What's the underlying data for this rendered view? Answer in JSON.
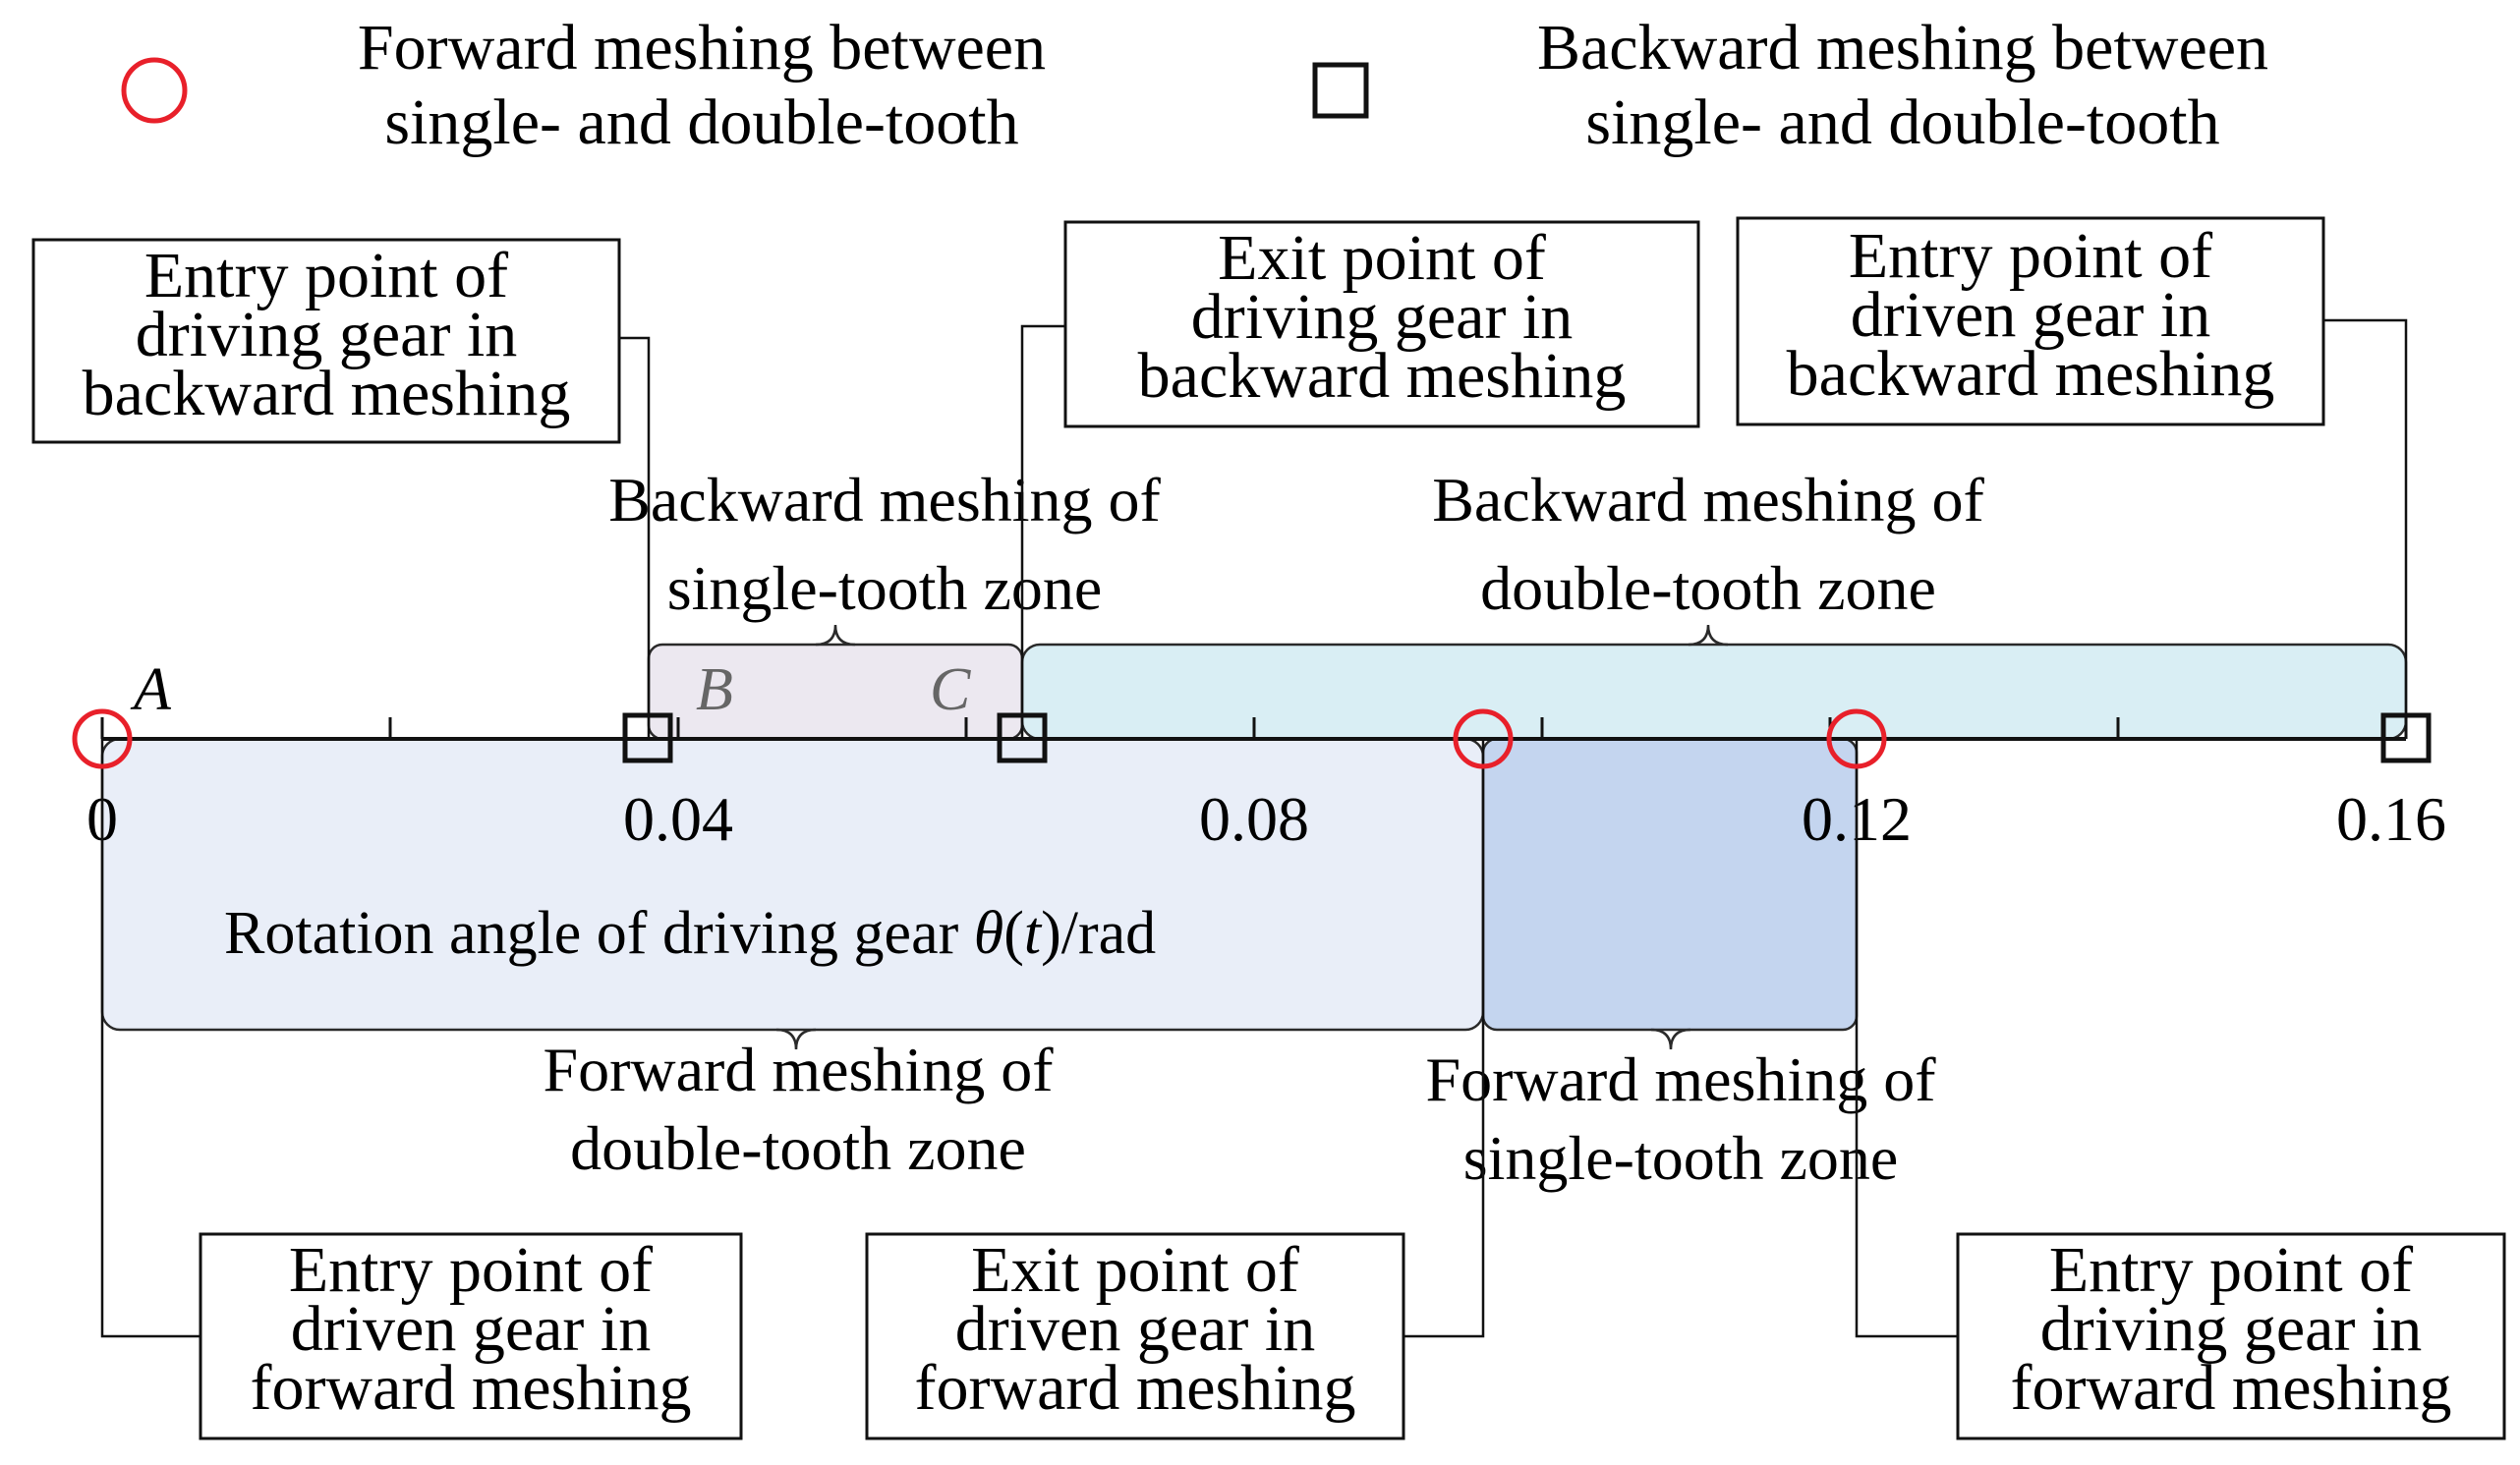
{
  "legend": {
    "forward_label_line1": "Forward meshing between",
    "forward_label_line2": "single- and double-tooth",
    "backward_label_line1": "Backward meshing between",
    "backward_label_line2": "single- and double-tooth",
    "forward_marker_icon": "red-circle-icon",
    "backward_marker_icon": "black-square-icon"
  },
  "axis": {
    "label_prefix": "Rotation angle of driving gear ",
    "label_theta": "θ",
    "label_paren_open": "(",
    "label_t": "t",
    "label_suffix": ")/rad",
    "ticks": [
      "0",
      "0.04",
      "0.08",
      "0.12",
      "0.16"
    ],
    "point_labels": [
      "A",
      "B",
      "C"
    ]
  },
  "zones": {
    "backward_single_line1": "Backward meshing of",
    "backward_single_line2": "single-tooth zone",
    "backward_double_line1": "Backward meshing of",
    "backward_double_line2": "double-tooth zone",
    "forward_double_line1": "Forward meshing of",
    "forward_double_line2": "double-tooth zone",
    "forward_single_line1": "Forward meshing of",
    "forward_single_line2": "single-tooth zone"
  },
  "callouts": {
    "entry_driving_backward": [
      "Entry point of",
      "driving gear in",
      "backward meshing"
    ],
    "exit_driving_backward": [
      "Exit point of",
      "driving gear in",
      "backward meshing"
    ],
    "entry_driven_backward": [
      "Entry point of",
      "driven gear in",
      "backward meshing"
    ],
    "entry_driven_forward": [
      "Entry point of",
      "driven gear in",
      "forward meshing"
    ],
    "exit_driven_forward": [
      "Exit point of",
      "driven gear in",
      "forward meshing"
    ],
    "entry_driving_forward": [
      "Entry point of",
      "driving gear in",
      "forward meshing"
    ]
  },
  "colors": {
    "forward_marker": "#e8202a",
    "backward_marker": "#111111",
    "zone_backward_single": "#ece8f0",
    "zone_backward_double": "#d9eef4",
    "zone_forward_double": "#e9eef8",
    "zone_forward_single": "#c4d5ef"
  }
}
